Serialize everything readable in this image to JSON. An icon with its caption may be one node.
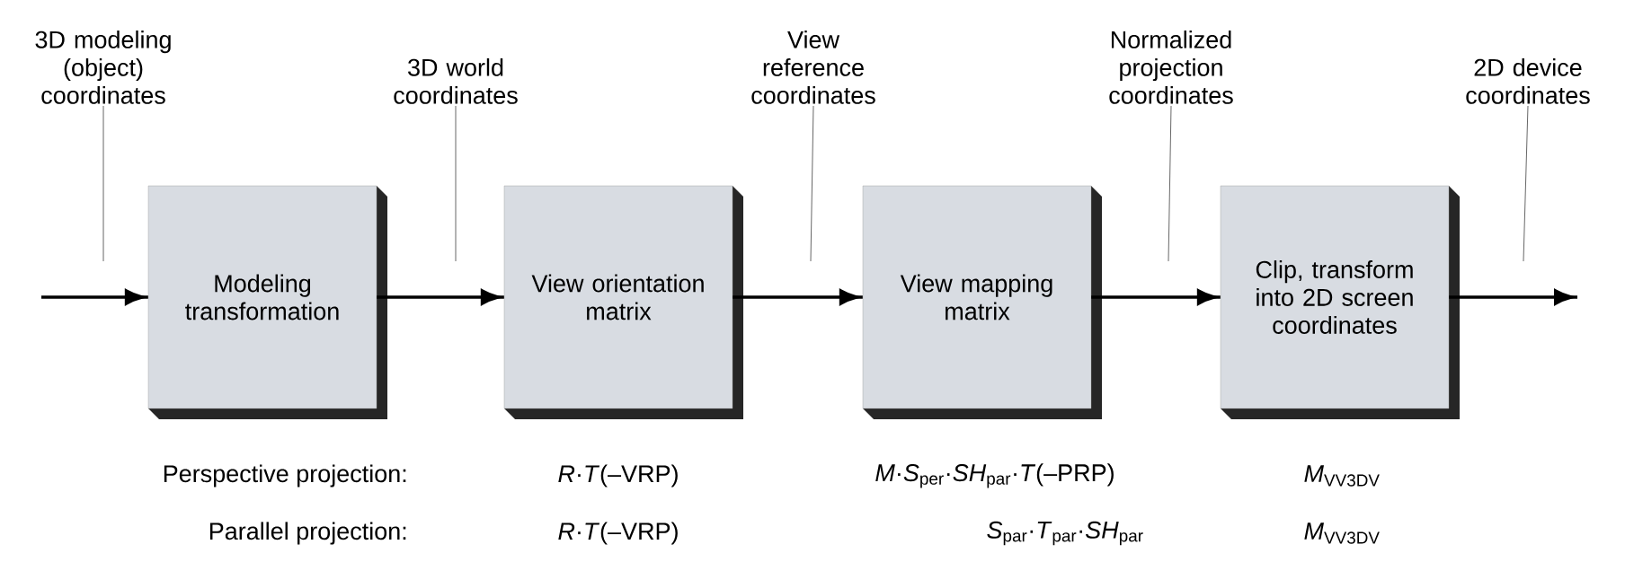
{
  "diagram": {
    "nodes": [
      {
        "text": [
          "3D modeling (object) coordinates"
        ]
      },
      {
        "text": [
          "Modeling transformation"
        ]
      },
      {
        "text": [
          "3D world coordinates"
        ]
      },
      {
        "text": [
          "View orientation matrix"
        ]
      },
      {
        "text": [
          "View reference coordinates"
        ]
      },
      {
        "text": [
          "View mapping matrix"
        ]
      },
      {
        "text": [
          "Normalized projection coordinates"
        ]
      },
      {
        "text": [
          "Clip, transform into 2D screen coordinates"
        ]
      },
      {
        "text": [
          "2D device coordinates"
        ]
      }
    ],
    "edges": [
      {
        "from": null,
        "to": 1,
        "arrow": "to"
      },
      {
        "from": 1,
        "to": 3,
        "arrow": "to"
      },
      {
        "from": 3,
        "to": 5,
        "arrow": "to"
      },
      {
        "from": 5,
        "to": 7,
        "arrow": "to"
      },
      {
        "from": 7,
        "to": null,
        "arrow": "to"
      },
      {
        "from": 0,
        "to": null,
        "arrow": "none",
        "color": "#666666"
      },
      {
        "from": 2,
        "to": null,
        "arrow": "none",
        "color": "#666666"
      },
      {
        "from": 4,
        "to": null,
        "arrow": "none",
        "color": "#666666"
      },
      {
        "from": 6,
        "to": null,
        "arrow": "none",
        "color": "#666666"
      },
      {
        "from": 8,
        "to": null,
        "arrow": "none",
        "color": "#666666"
      }
    ],
    "labels": [
      "Perspective projection:",
      "*R*·*T*(–VRP)",
      "*M*·*S*$_{per}$·*SH*$_{par}$·*T*(–PRP)",
      "*M*$_{VV3DV}$",
      "Parallel projection:",
      "*R*·*T*(–VRP)",
      "*S*$_{par}$·*T*$_{par}$·*SH*$_{par}$",
      "*M*$_{VV3DV}$"
    ]
  }
}
